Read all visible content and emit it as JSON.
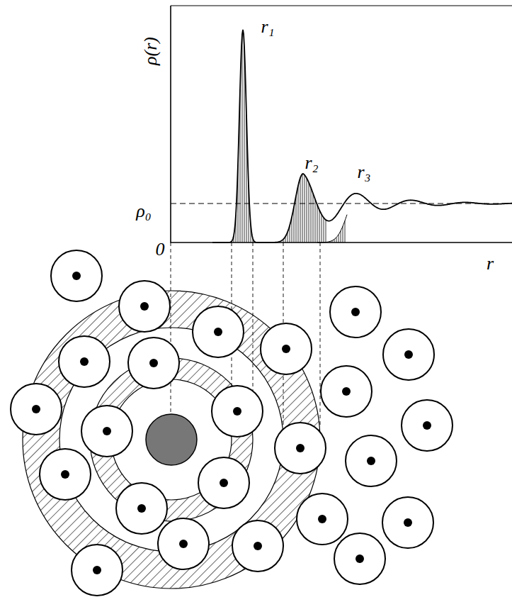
{
  "diagram": {
    "labels": [
      "ρ(r)",
      "r₁",
      "r₂",
      "r₃",
      "ρ₀",
      "0",
      "r"
    ]
  }
}
